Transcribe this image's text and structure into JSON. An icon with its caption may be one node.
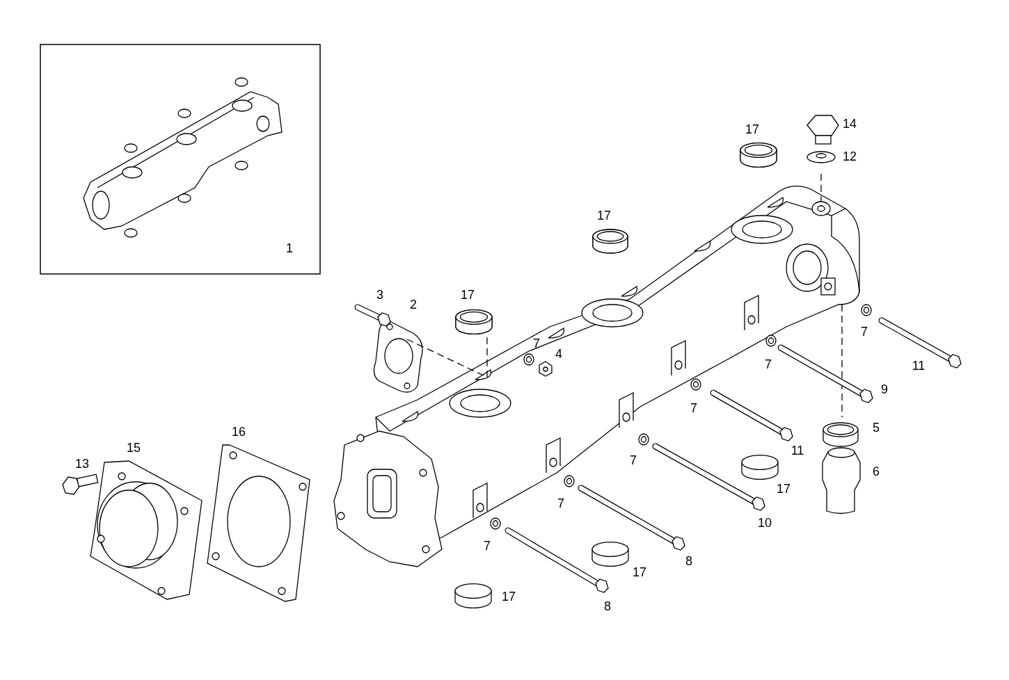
{
  "diagram": {
    "labels": [
      "14",
      "17",
      "12",
      "17",
      "1",
      "3",
      "17",
      "2",
      "7",
      "7",
      "4",
      "7",
      "11",
      "9",
      "7",
      "16",
      "5",
      "15",
      "11",
      "13",
      "7",
      "6",
      "17",
      "7",
      "10",
      "7",
      "8",
      "17",
      "17",
      "8"
    ]
  }
}
